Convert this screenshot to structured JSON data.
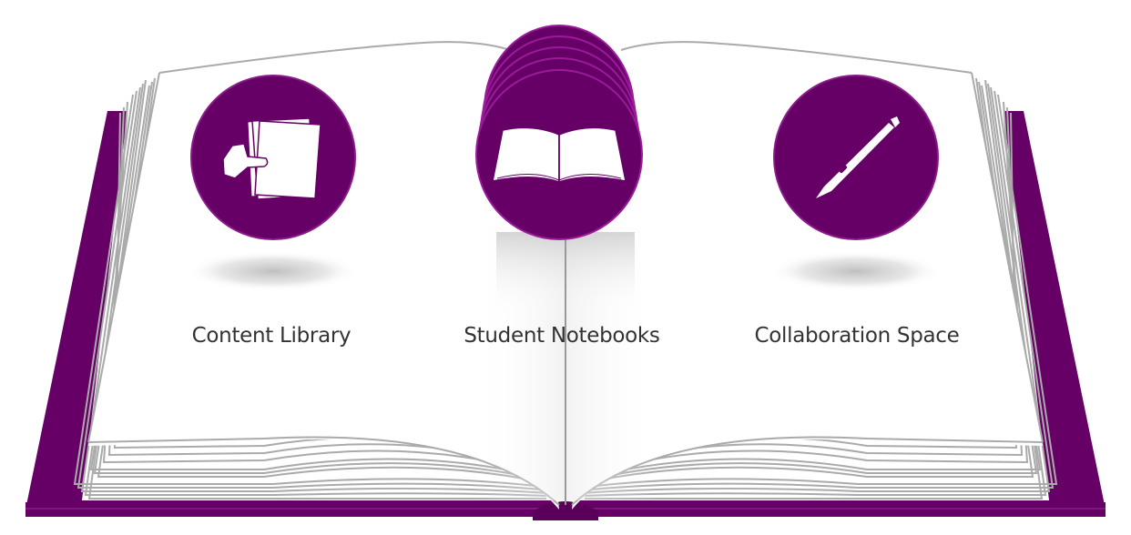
{
  "diagram": {
    "type": "open-book-illustration",
    "colors": {
      "brand_purple": "#660066",
      "purple_highlight": "#9a1a9a",
      "page_line_gray": "#aaaaaa",
      "page_white": "#ffffff",
      "label_text": "#333333"
    },
    "sections": [
      {
        "id": "content-library",
        "label": "Content Library",
        "icon": "papers-in-hand-icon"
      },
      {
        "id": "student-notebooks",
        "label": "Student Notebooks",
        "icon": "open-book-icon"
      },
      {
        "id": "collaboration-space",
        "label": "Collaboration Space",
        "icon": "pen-icon"
      }
    ]
  }
}
